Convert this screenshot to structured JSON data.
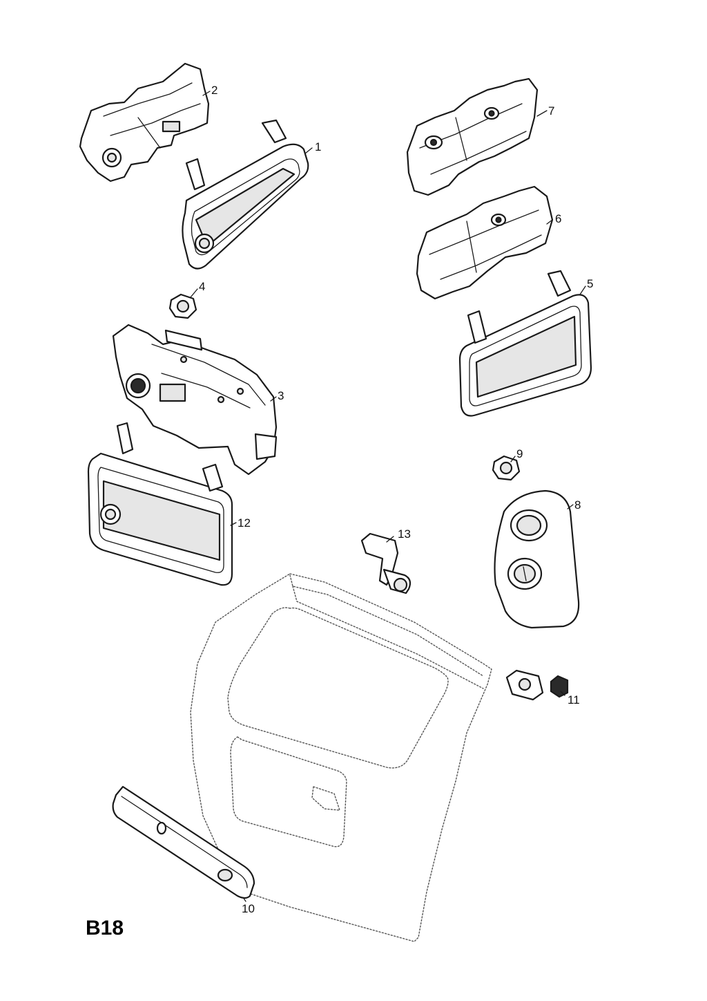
{
  "page_code": "B18",
  "callouts": {
    "p1": "1",
    "p2": "2",
    "p3": "3",
    "p4": "4",
    "p5": "5",
    "p6": "6",
    "p7": "7",
    "p8": "8",
    "p9": "9",
    "p10": "10",
    "p11": "11",
    "p12": "12",
    "p13": "13"
  }
}
